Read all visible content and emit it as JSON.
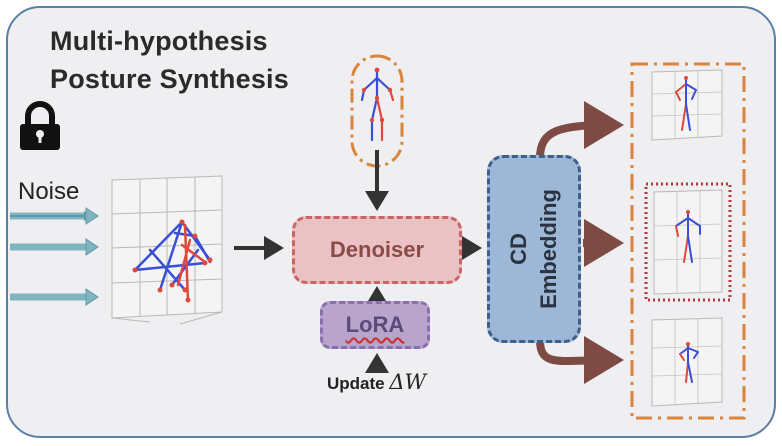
{
  "title": {
    "line1": "Multi-hypothesis",
    "line2": "Posture Synthesis"
  },
  "noise_label": "Noise",
  "denoiser_label": "Denoiser",
  "lora_label": "LoRA",
  "cd": {
    "line1": "CD",
    "line2": "Embedding"
  },
  "update": {
    "label": "Update",
    "symbol": "ΔW"
  },
  "icons": {
    "lock": "lock-icon"
  },
  "colors": {
    "panel_border": "#5b7fa6",
    "denoiser_fill": "#ebc2c4",
    "lora_fill": "#b9a5cc",
    "cd_fill": "#9db8d6",
    "orange_dash": "#d9853b",
    "red_dot": "#b23a3a",
    "skeleton_blue": "#3a4fd6",
    "skeleton_red": "#e0483b"
  }
}
